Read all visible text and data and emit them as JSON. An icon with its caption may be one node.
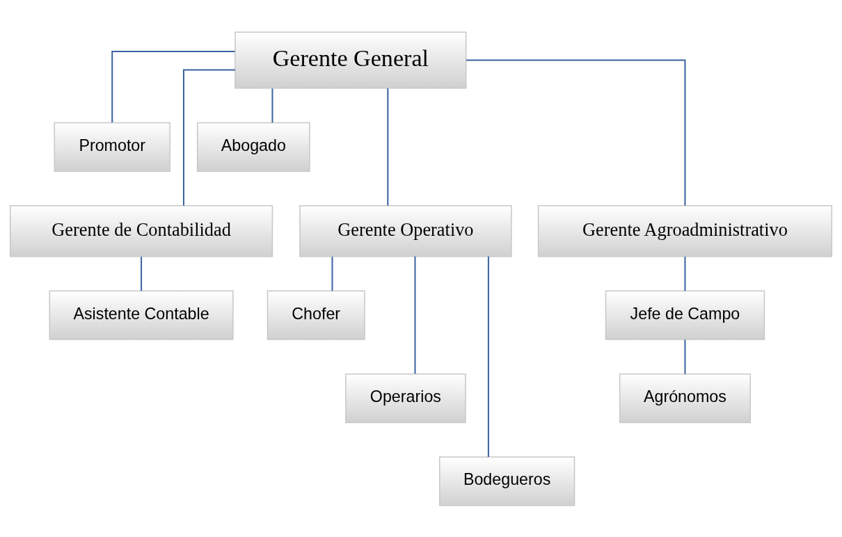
{
  "diagram": {
    "nodes": [
      {
        "text": [
          "Gerente General"
        ]
      },
      {
        "text": [
          "Promotor"
        ]
      },
      {
        "text": [
          "Abogado"
        ]
      },
      {
        "text": [
          "Gerente de Contabilidad"
        ]
      },
      {
        "text": [
          "Gerente Operativo"
        ]
      },
      {
        "text": [
          "Gerente Agroadministrativo"
        ]
      },
      {
        "text": [
          "Asistente Contable"
        ]
      },
      {
        "text": [
          "Chofer"
        ]
      },
      {
        "text": [
          "Operarios"
        ]
      },
      {
        "text": [
          "Bodegueros"
        ]
      },
      {
        "text": [
          "Jefe de Campo"
        ]
      },
      {
        "text": [
          "Agrónomos"
        ]
      }
    ],
    "edges": [
      {
        "from": 0,
        "to": 1,
        "arrow": "none"
      },
      {
        "from": 0,
        "to": 2,
        "arrow": "none"
      },
      {
        "from": 0,
        "to": 3,
        "arrow": "none"
      },
      {
        "from": 0,
        "to": 4,
        "arrow": "none"
      },
      {
        "from": 0,
        "to": 5,
        "arrow": "none"
      },
      {
        "from": 3,
        "to": 6,
        "arrow": "none"
      },
      {
        "from": 4,
        "to": 7,
        "arrow": "none"
      },
      {
        "from": 4,
        "to": 8,
        "arrow": "none"
      },
      {
        "from": 4,
        "to": 9,
        "arrow": "none"
      },
      {
        "from": 5,
        "to": 10,
        "arrow": "none"
      },
      {
        "from": 10,
        "to": 11,
        "arrow": "none"
      }
    ]
  }
}
